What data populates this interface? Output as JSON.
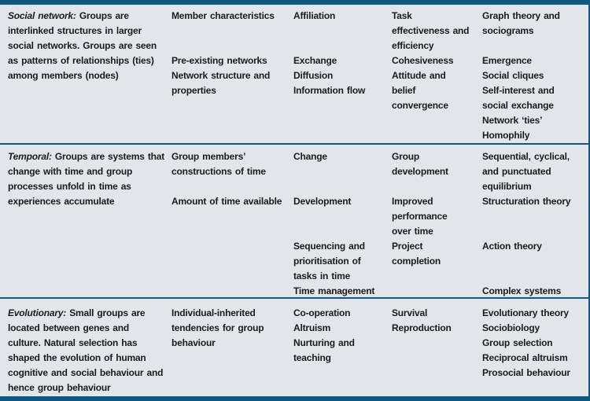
{
  "colors": {
    "background": "#e2e6ea",
    "rule": "#11577f",
    "text": "#1b1b1d"
  },
  "table": {
    "rows": [
      {
        "label": "Social network:",
        "description": "Groups are\ninterlinked structures in larger\nsocial networks. Groups are seen\nas patterns of relationships (ties)\namong members (nodes)",
        "col2": [
          "Member characteristics",
          "",
          "",
          "Pre-existing networks",
          "Network structure and",
          "properties"
        ],
        "col3": [
          "Affiliation",
          "",
          "",
          "Exchange",
          "Diffusion",
          "Information flow"
        ],
        "col4": [
          "Task",
          "effectiveness and",
          "efficiency",
          "Cohesiveness",
          "Attitude and",
          "belief",
          "convergence"
        ],
        "col5": [
          "Graph theory and",
          "sociograms",
          "",
          "Emergence",
          "Social cliques",
          "Self-interest and",
          "social exchange",
          "Network ‘ties’",
          "Homophily"
        ]
      },
      {
        "label": "Temporal:",
        "description": "Groups are systems that\nchange with time and group\nprocesses unfold in time as\nexperiences accumulate",
        "col2": [
          "Group members’",
          "constructions of time",
          "",
          "Amount of time available"
        ],
        "col3": [
          "Change",
          "",
          "",
          "Development",
          "",
          "",
          "Sequencing and",
          "prioritisation of",
          "tasks in time",
          "Time management"
        ],
        "col4": [
          "Group",
          "development",
          "",
          "Improved",
          "performance",
          "over time",
          "Project",
          "completion"
        ],
        "col5": [
          "Sequential, cyclical,",
          "and punctuated",
          "equilibrium",
          "Structuration theory",
          "",
          "",
          "Action theory",
          "",
          "",
          "Complex systems"
        ]
      },
      {
        "label": "Evolutionary:",
        "description": "Small groups are\nlocated between genes and\nculture. Natural selection has\nshaped the evolution of human\ncognitive and social behaviour and\nhence group behaviour",
        "col2": [
          "Individual-inherited",
          "tendencies for group",
          "behaviour"
        ],
        "col3": [
          "Co-operation",
          "Altruism",
          "Nurturing and",
          "teaching"
        ],
        "col4": [
          "Survival",
          "Reproduction"
        ],
        "col5": [
          "Evolutionary theory",
          "Sociobiology",
          "Group selection",
          "Reciprocal altruism",
          "Prosocial behaviour"
        ]
      }
    ]
  }
}
